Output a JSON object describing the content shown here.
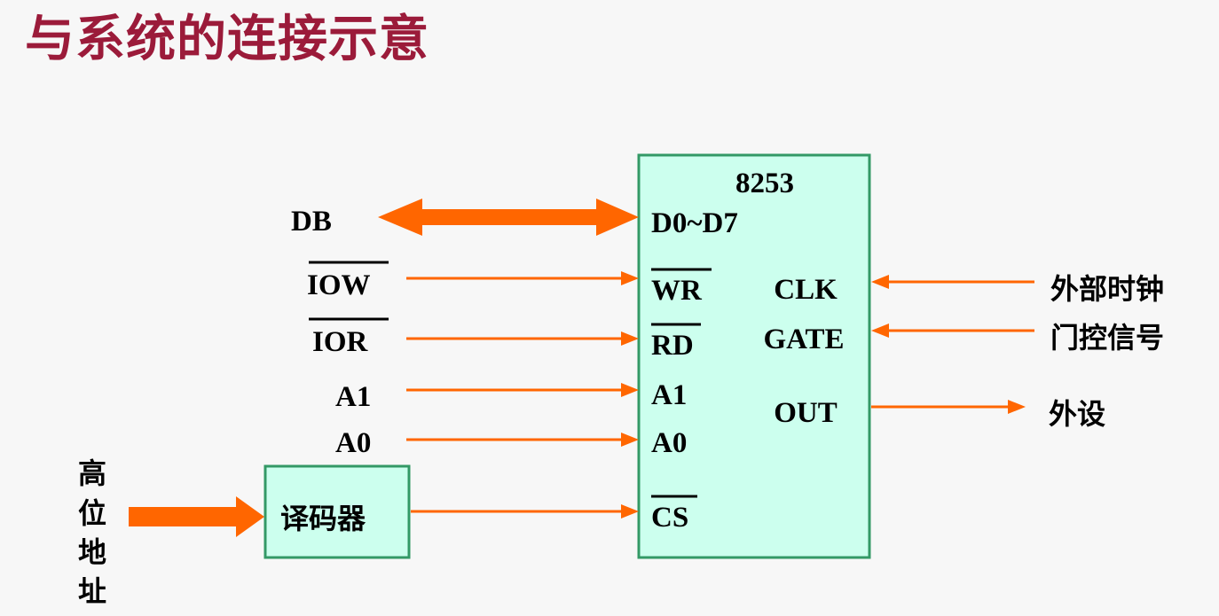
{
  "title": "与系统的连接示意",
  "chip": {
    "name": "8253",
    "pins_left": [
      "D0~D7",
      "WR",
      "RD",
      "A1",
      "A0",
      "CS"
    ],
    "pins_right": [
      "CLK",
      "GATE",
      "OUT"
    ]
  },
  "bus_labels": [
    "DB",
    "IOW",
    "IOR",
    "A1",
    "A0"
  ],
  "decoder": {
    "label": "译码器"
  },
  "address_input": {
    "chars": [
      "高",
      "位",
      "地",
      "址"
    ]
  },
  "external": {
    "clk_source": "外部时钟",
    "gate_source": "门控信号",
    "out_target": "外设"
  },
  "colors": {
    "title": "#9b1b3a",
    "arrow": "#ff6600",
    "box_fill": "#ccffee",
    "box_border": "#339966"
  }
}
